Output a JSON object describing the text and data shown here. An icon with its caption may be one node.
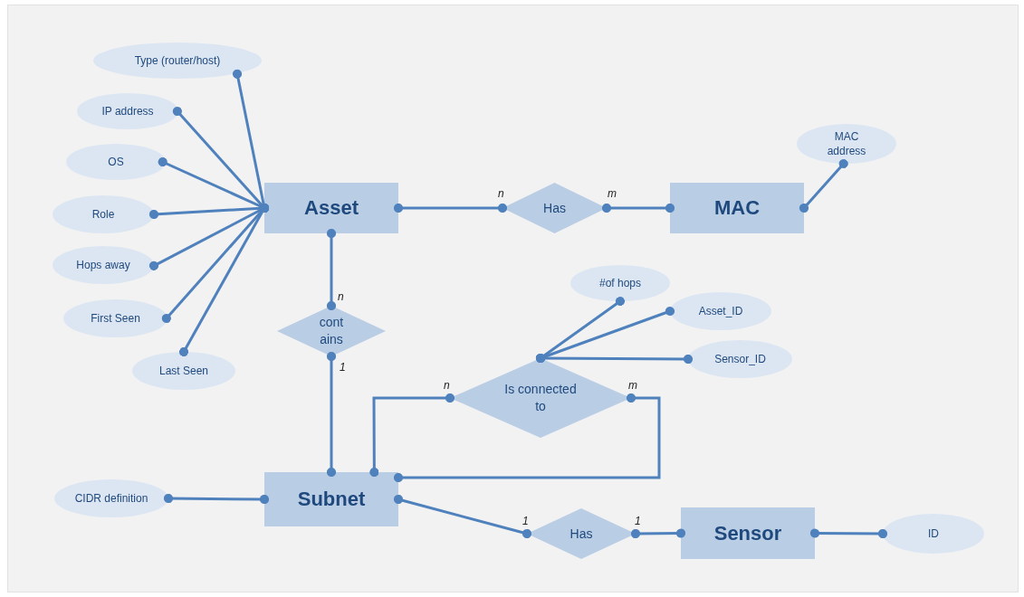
{
  "diagram": {
    "nodes": [
      {
        "text": [
          "Type (router/host)"
        ]
      },
      {
        "text": [
          "IP address"
        ]
      },
      {
        "text": [
          "OS"
        ]
      },
      {
        "text": [
          "Role"
        ]
      },
      {
        "text": [
          "Hops away"
        ]
      },
      {
        "text": [
          "MAC address"
        ]
      },
      {
        "text": [
          "Asset"
        ]
      },
      {
        "text": [
          "Has"
        ]
      },
      {
        "text": [
          "MAC"
        ]
      },
      {
        "text": [
          "#of hops"
        ]
      },
      {
        "text": [
          "Asset_ID"
        ]
      },
      {
        "text": [
          "First Seen"
        ]
      },
      {
        "text": [
          "cont ains"
        ]
      },
      {
        "text": [
          "Sensor_ID"
        ]
      },
      {
        "text": [
          "Last Seen"
        ]
      },
      {
        "text": [
          "Is connected to"
        ]
      },
      {
        "text": [
          "CIDR definition"
        ]
      },
      {
        "text": [
          "Subnet"
        ]
      },
      {
        "text": [
          "Has"
        ]
      },
      {
        "text": [
          "Sensor"
        ]
      },
      {
        "text": [
          "ID"
        ]
      }
    ],
    "edges": [
      {
        "from": 0,
        "to": 6,
        "arrow": "other"
      },
      {
        "from": 1,
        "to": 6,
        "arrow": "other"
      },
      {
        "from": 2,
        "to": 6,
        "arrow": "other"
      },
      {
        "from": 3,
        "to": 6,
        "arrow": "other"
      },
      {
        "from": 4,
        "to": 6,
        "arrow": "other"
      },
      {
        "from": 11,
        "to": 6,
        "arrow": "other"
      },
      {
        "from": 14,
        "to": 6,
        "arrow": "other"
      },
      {
        "from": 6,
        "to": 7,
        "arrow": "other",
        "label": "n"
      },
      {
        "from": 8,
        "to": 7,
        "arrow": "other",
        "label": "m"
      },
      {
        "from": 5,
        "to": 8,
        "arrow": "other"
      },
      {
        "from": 6,
        "to": 12,
        "arrow": "other",
        "label": "n"
      },
      {
        "from": 17,
        "to": 12,
        "arrow": "other",
        "label": "1"
      },
      {
        "from": 9,
        "to": 15,
        "arrow": "other"
      },
      {
        "from": 10,
        "to": 15,
        "arrow": "other"
      },
      {
        "from": 13,
        "to": 15,
        "arrow": "other"
      },
      {
        "from": 17,
        "to": 15,
        "arrow": "other",
        "label": "n"
      },
      {
        "from": 17,
        "to": 15,
        "arrow": "other",
        "label": "m"
      },
      {
        "from": 16,
        "to": 17,
        "arrow": "other"
      },
      {
        "from": 17,
        "to": 18,
        "arrow": "other",
        "label": "1"
      },
      {
        "from": 19,
        "to": 18,
        "arrow": "other",
        "label": "1"
      },
      {
        "from": 19,
        "to": 20,
        "arrow": "other"
      }
    ]
  }
}
